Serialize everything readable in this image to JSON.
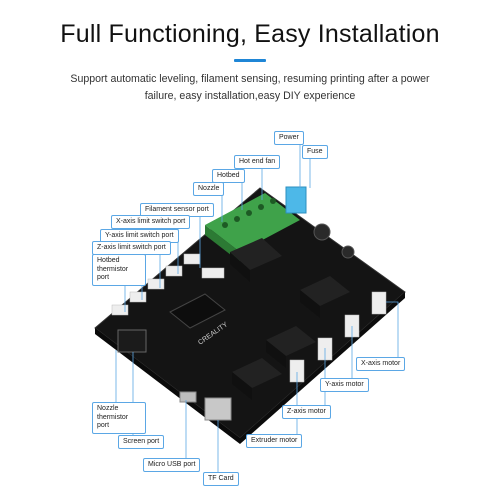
{
  "header": {
    "title": "Full Functioning, Easy Installation",
    "subtitle": "Support automatic leveling, filament sensing, resuming printing after a power failure, easy installation,easy DIY experience"
  },
  "board": {
    "brand": "CREALITY"
  },
  "labels": {
    "power": "Power",
    "fuse": "Fuse",
    "hot_end_fan": "Hot end fan",
    "hotbed": "Hotbed",
    "nozzle": "Nozzle",
    "filament_sensor_port": "Filament sensor port",
    "x_axis_limit_switch_port": "X-axis limit switch port",
    "y_axis_limit_switch_port": "Y-axis limit switch port",
    "z_axis_limit_switch_port": "Z-axis limit switch port",
    "hotbed_thermistor_port": "Hotbed thermistor port",
    "x_axis_motor": "X-axis motor",
    "y_axis_motor": "Y-axis motor",
    "z_axis_motor": "Z-axis motor",
    "extruder_motor": "Extruder motor",
    "nozzle_thermistor_port": "Nozzle thermistor port",
    "screen_port": "Screen port",
    "micro_usb_port": "Micro USB port",
    "tf_card": "TF Card"
  },
  "colors": {
    "accent": "#1f86d6",
    "leader_line": "#5ba7e5",
    "pcb": "#151515",
    "terminal_green": "#3fa24a",
    "connector_white": "#eeeeee"
  }
}
